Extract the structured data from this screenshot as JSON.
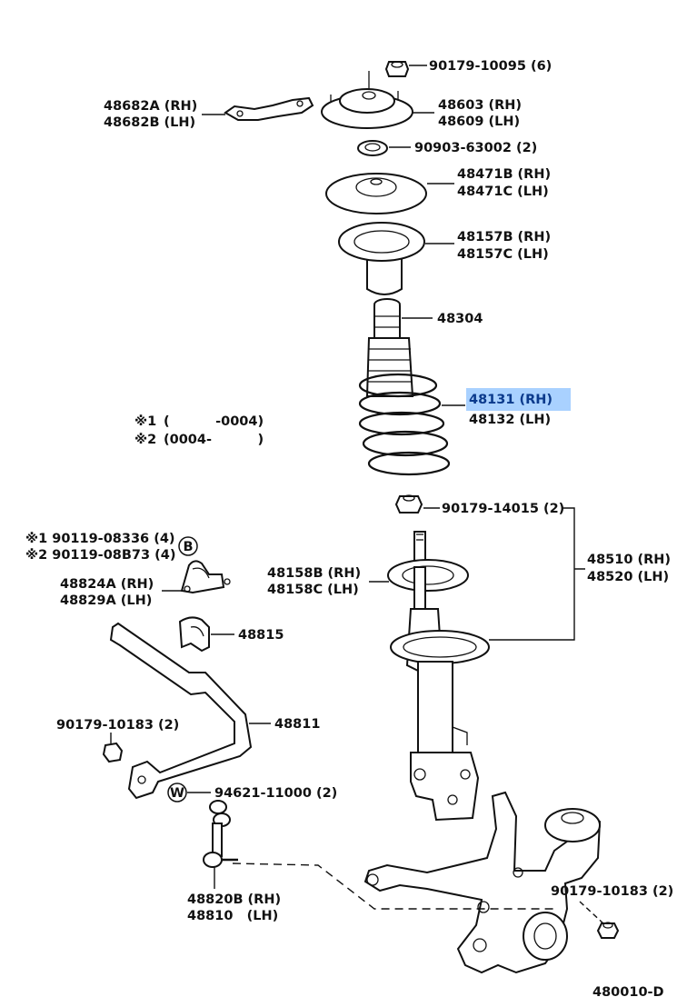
{
  "diagram_code": "480010-D",
  "legend": {
    "note1": {
      "mark": "※1",
      "range": "(          -0004)"
    },
    "note2": {
      "mark": "※2",
      "range": "(0004-          )"
    }
  },
  "callouts": {
    "nut_top": "90179-10095 (6)",
    "bracket_rh": "48682A (RH)",
    "bracket_lh": "48682B (LH)",
    "mount_rh": "48603 (RH)",
    "mount_lh": "48609 (LH)",
    "bearing": "90903-63002 (2)",
    "upper_seat_rh": "48471B (RH)",
    "upper_seat_lh": "48471C (LH)",
    "insulator_rh": "48157B (RH)",
    "insulator_lh": "48157C (LH)",
    "bumper": "48304",
    "spring_rh": "48131 (RH)",
    "spring_lh": "48132 (LH)",
    "strut_nut": "90179-14015 (2)",
    "strut_rh": "48510 (RH)",
    "strut_lh": "48520 (LH)",
    "lower_seat_rh": "48158B (RH)",
    "lower_seat_lh": "48158C (LH)",
    "bolt1": "※1 90119-08336 (4)",
    "bolt2": "※2 90119-08B73 (4)",
    "bracket2_rh": "48824A (RH)",
    "bracket2_lh": "48829A (LH)",
    "bushing": "48815",
    "stabilizer": "48811",
    "nut_left": "90179-10183 (2)",
    "washer": "94621-11000 (2)",
    "link_rh": "48820B (RH)",
    "link_lh": "48810   (LH)",
    "nut_right": "90179-10183 (2)"
  },
  "markers": {
    "b": "B",
    "w": "W"
  },
  "highlight_color": "#a9d1ff"
}
